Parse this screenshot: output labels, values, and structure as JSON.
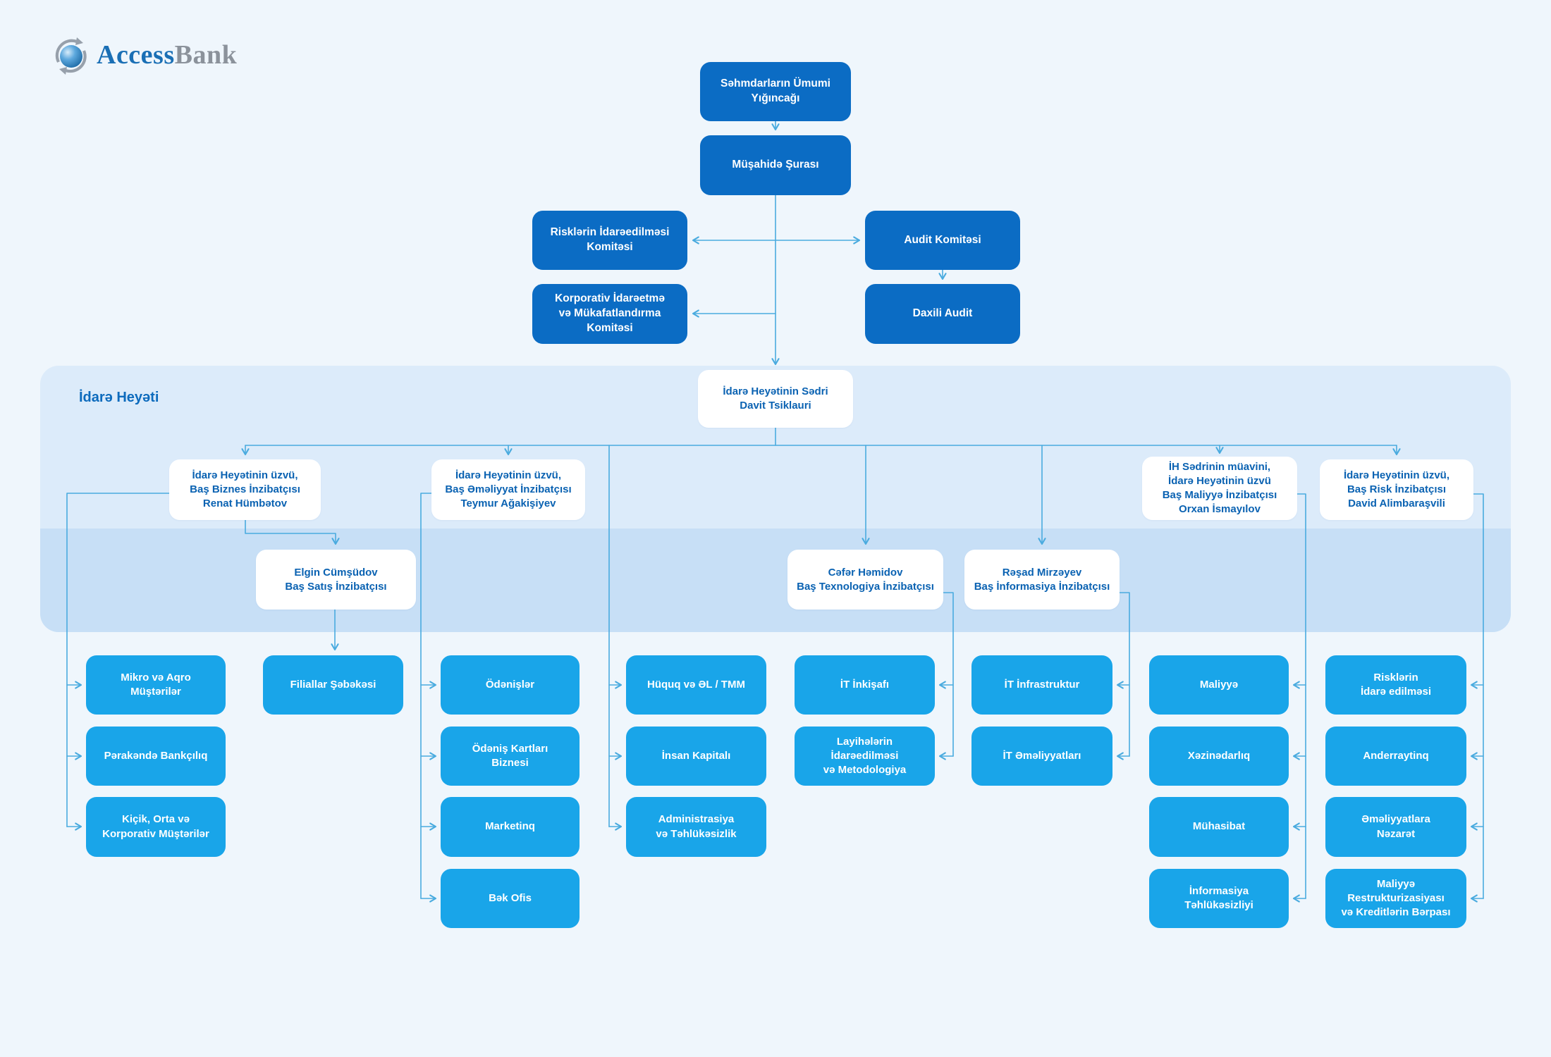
{
  "colors": {
    "page_background": "#eff6fc",
    "governance_box": "#0b6cc4",
    "department_box": "#19a5e9",
    "member_box": "#ffffff",
    "member_text": "#0a62b2",
    "panel_background": "#dcebfa",
    "panel_band": "#c7dff6",
    "connector": "#4aabdf",
    "logo_access": "#1a6fb5",
    "logo_bank": "#8b929b"
  },
  "logo": {
    "icon": "globe-arrows-icon",
    "access": "Access",
    "bank": "Bank"
  },
  "governance": {
    "shareholders_meeting": "Səhmdarların Ümumi\nYığıncağı",
    "supervisory_board": "Müşahidə Şurası",
    "risk_management_committee": "Risklərin İdarəedilməsi\nKomitəsi",
    "corporate_governance_committee": "Korporativ İdarəetmə\nvə Mükafatlandırma\nKomitəsi",
    "audit_committee": "Audit Komitəsi",
    "internal_audit": "Daxili Audit"
  },
  "board": {
    "panel_label": "İdarə Heyəti",
    "chairman": "İdarə Heyətinin Sədri\nDavit Tsiklauri",
    "member_business": "İdarə Heyətinin üzvü,\nBaş Biznes İnzibatçısı\nRenat Hümbətov",
    "member_operations": "İdarə Heyətinin üzvü,\nBaş Əməliyyat İnzibatçısı\nTeymur Ağakişiyev",
    "member_finance": "İH Sədrinin müavini,\nİdarə Heyətinin üzvü\nBaş Maliyyə İnzibatçısı\nOrxan İsmayılov",
    "member_risk": "İdarə Heyətinin üzvü,\nBaş Risk İnzibatçısı\nDavid Alimbaraşvili",
    "officer_sales": "Elgin Cümşüdov\nBaş Satış İnzibatçısı",
    "officer_technology": "Cəfər Həmidov\nBaş Texnologiya İnzibatçısı",
    "officer_information": "Rəşad Mirzəyev\nBaş İnformasiya İnzibatçısı"
  },
  "departments": {
    "micro_agro": "Mikro və Aqro\nMüştərilər",
    "retail_banking": "Pərakəndə Bankçılıq",
    "sme_corporate": "Kiçik, Orta və\nKorporativ Müştərilər",
    "branch_network": "Filiallar Şəbəkəsi",
    "payments": "Ödənişlər",
    "payment_cards": "Ödəniş Kartları\nBiznesi",
    "marketing": "Marketinq",
    "back_office": "Bək Ofis",
    "legal": "Hüquq və ƏL / TMM",
    "human_capital": "İnsan Kapitalı",
    "administration": "Administrasiya\nvə Təhlükəsizlik",
    "it_development": "İT İnkişafı",
    "project_management": "Layihələrin\nİdarəedilməsi\nvə Metodologiya",
    "it_infrastructure": "İT İnfrastruktur",
    "it_operations": "İT Əməliyyatları",
    "finance": "Maliyyə",
    "treasury": "Xəzinədarlıq",
    "accounting": "Mühasibat",
    "information_security": "İnformasiya\nTəhlükəsizliyi",
    "risk_management": "Risklərin\nİdarə edilməsi",
    "underwriting": "Anderraytinq",
    "operations_control": "Əməliyyatlara\nNəzarət",
    "financial_restructuring": "Maliyyə\nRestrukturizasiyası\nvə Kreditlərin Bərpası"
  }
}
